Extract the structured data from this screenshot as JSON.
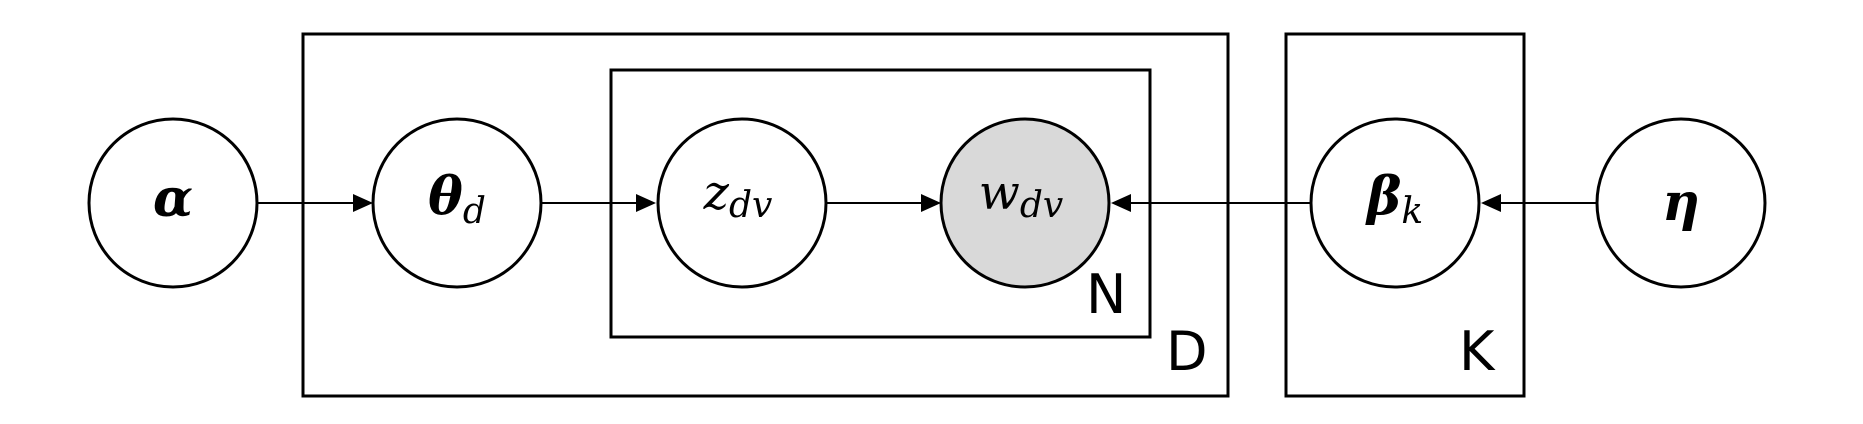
{
  "nodes": {
    "alpha": {
      "symbol": "α",
      "subscript": ""
    },
    "theta": {
      "symbol": "θ",
      "subscript": "d"
    },
    "z": {
      "symbol": "z",
      "subscript": "dv"
    },
    "w": {
      "symbol": "w",
      "subscript": "dv"
    },
    "beta": {
      "symbol": "β",
      "subscript": "k"
    },
    "eta": {
      "symbol": "η",
      "subscript": ""
    }
  },
  "plates": {
    "words": {
      "label": "N"
    },
    "documents": {
      "label": "D"
    },
    "topics": {
      "label": "K"
    }
  },
  "colors": {
    "observed_fill": "#d9d9d9",
    "node_fill": "#ffffff",
    "stroke": "#000000"
  }
}
